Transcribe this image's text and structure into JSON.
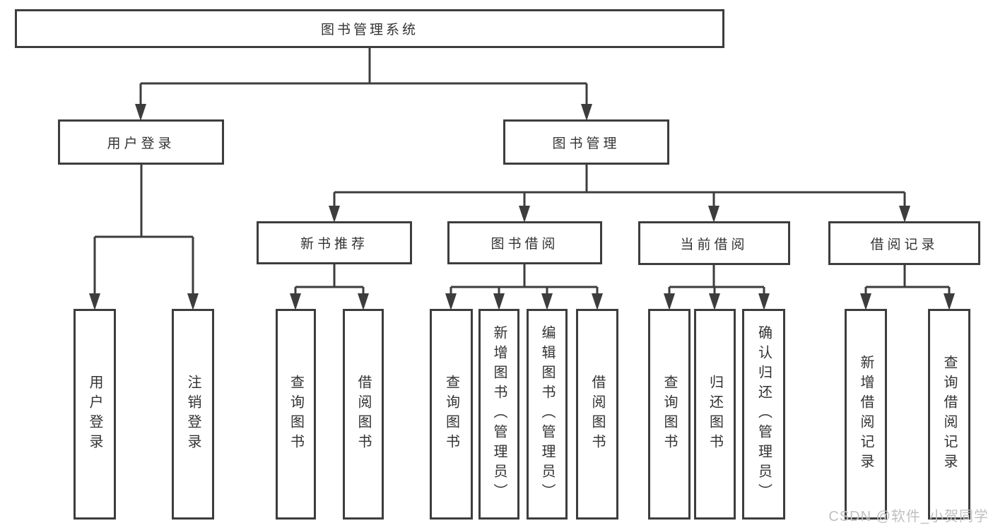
{
  "diagram": {
    "root": {
      "label": "图书管理系统"
    },
    "level2": [
      {
        "label": "用户登录",
        "children": [
          {
            "label": "用户登录"
          },
          {
            "label": "注销登录"
          }
        ]
      },
      {
        "label": "图书管理",
        "children": [
          {
            "label": "新书推荐",
            "children": [
              {
                "label": "查询图书"
              },
              {
                "label": "借阅图书"
              }
            ]
          },
          {
            "label": "图书借阅",
            "children": [
              {
                "label": "查询图书"
              },
              {
                "label": "新增图书（管理员）"
              },
              {
                "label": "编辑图书（管理员）"
              },
              {
                "label": "借阅图书"
              }
            ]
          },
          {
            "label": "当前借阅",
            "children": [
              {
                "label": "查询图书"
              },
              {
                "label": "归还图书"
              },
              {
                "label": "确认归还（管理员）"
              }
            ]
          },
          {
            "label": "借阅记录",
            "children": [
              {
                "label": "新增借阅记录"
              },
              {
                "label": "查询借阅记录"
              }
            ]
          }
        ]
      }
    ]
  },
  "watermark": {
    "text": "CSDN @软件_小贺同学"
  },
  "colors": {
    "line": "#3d3d3d",
    "text": "#333333",
    "watermark": "#c0c0c0",
    "background": "#ffffff"
  }
}
